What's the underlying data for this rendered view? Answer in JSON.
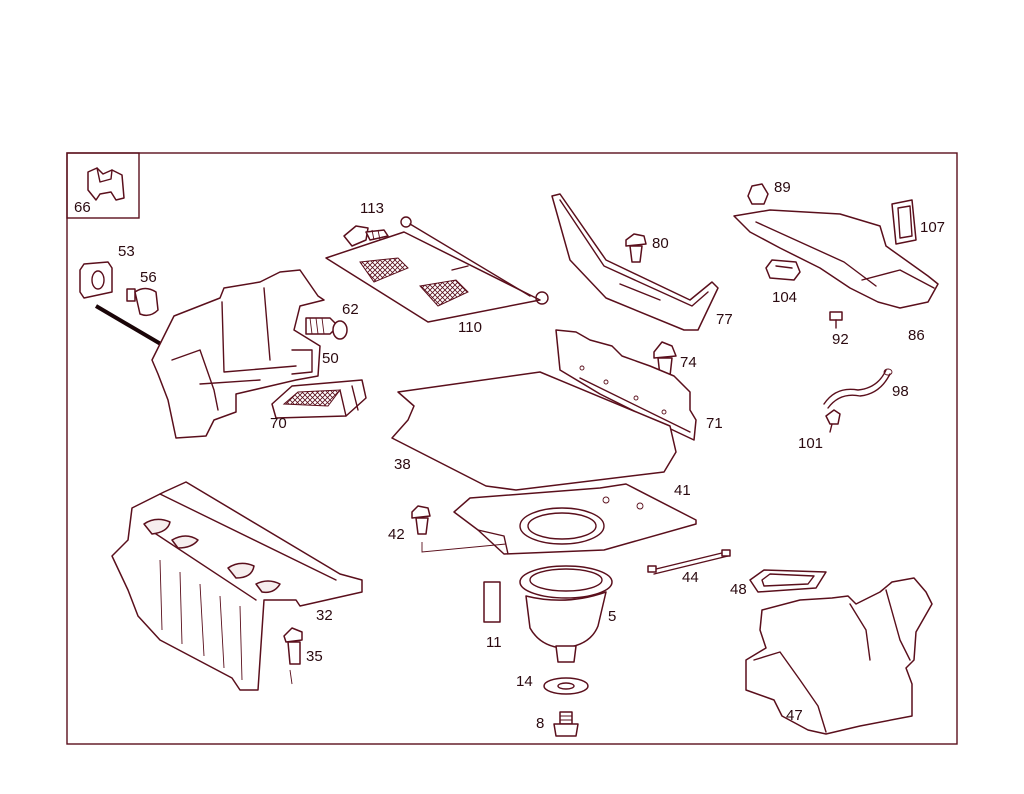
{
  "diagram": {
    "line_color": "#5a0f1c",
    "label_color": "#2b0a10",
    "parts": [
      {
        "key": "p66",
        "label": "66",
        "name": "clip"
      },
      {
        "key": "p53",
        "label": "53",
        "name": "holder"
      },
      {
        "key": "p56",
        "label": "56",
        "name": "knob"
      },
      {
        "key": "p62",
        "label": "62",
        "name": "expansion-rivet"
      },
      {
        "key": "p50",
        "label": "50",
        "name": "side-trim-left"
      },
      {
        "key": "p70",
        "label": "70",
        "name": "vent-grille"
      },
      {
        "key": "p113",
        "label": "113",
        "name": "bracket-screw"
      },
      {
        "key": "p110",
        "label": "110",
        "name": "cargo-net"
      },
      {
        "key": "p80",
        "label": "80",
        "name": "clip"
      },
      {
        "key": "p77",
        "label": "77",
        "name": "sill-trim"
      },
      {
        "key": "p74",
        "label": "74",
        "name": "clip"
      },
      {
        "key": "p71",
        "label": "71",
        "name": "rear-wall-panel"
      },
      {
        "key": "p89",
        "label": "89",
        "name": "clip"
      },
      {
        "key": "p107",
        "label": "107",
        "name": "cover"
      },
      {
        "key": "p104",
        "label": "104",
        "name": "retainer"
      },
      {
        "key": "p92",
        "label": "92",
        "name": "screw"
      },
      {
        "key": "p86",
        "label": "86",
        "name": "side-trim-right-upper"
      },
      {
        "key": "p98",
        "label": "98",
        "name": "hook"
      },
      {
        "key": "p101",
        "label": "101",
        "name": "clip"
      },
      {
        "key": "p38",
        "label": "38",
        "name": "floor-mat"
      },
      {
        "key": "p41",
        "label": "41",
        "name": "floor-board"
      },
      {
        "key": "p42",
        "label": "42",
        "name": "clip"
      },
      {
        "key": "p44",
        "label": "44",
        "name": "strap"
      },
      {
        "key": "p48",
        "label": "48",
        "name": "grille-frame"
      },
      {
        "key": "p32",
        "label": "32",
        "name": "rear-panel-trim"
      },
      {
        "key": "p35",
        "label": "35",
        "name": "clip"
      },
      {
        "key": "p11",
        "label": "11",
        "name": "pad"
      },
      {
        "key": "p5",
        "label": "5",
        "name": "spare-wheel-well"
      },
      {
        "key": "p14",
        "label": "14",
        "name": "washer"
      },
      {
        "key": "p8",
        "label": "8",
        "name": "screw"
      },
      {
        "key": "p47",
        "label": "47",
        "name": "side-trim-right"
      }
    ]
  }
}
